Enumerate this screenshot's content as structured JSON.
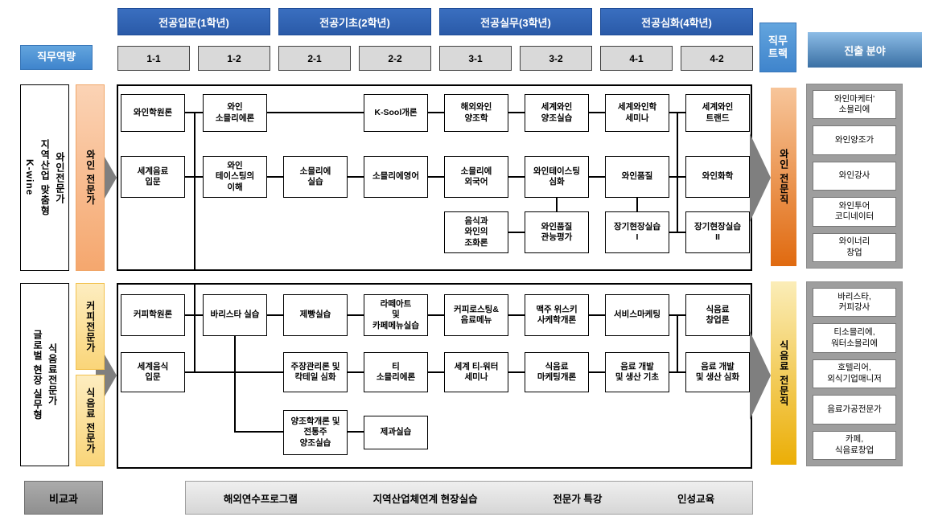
{
  "header": {
    "competency_label": "직무역량",
    "year_groups": [
      "전공입문(1학년)",
      "전공기초(2학년)",
      "전공실무(3학년)",
      "전공심화(4학년)"
    ],
    "semesters": [
      "1-1",
      "1-2",
      "2-1",
      "2-2",
      "3-1",
      "3-2",
      "4-1",
      "4-2"
    ],
    "track_label": "직무\n트랙",
    "field_label": "진출 분야"
  },
  "wine_section": {
    "side_label": "와인전문가\n지역산업 맞춤형\nK-wine",
    "competency": "와인 전문가",
    "track": "와인 전문직",
    "courses": {
      "r1c1": "와인학원론",
      "r1c2": "와인\n소믈리에론",
      "r1c4": "K-Sool개론",
      "r1c5": "해외와인\n양조학",
      "r1c6": "세계와인\n양조실습",
      "r1c7": "세계와인학\n세미나",
      "r1c8": "세계와인\n트랜드",
      "r2c1": "세계음료\n입문",
      "r2c2": "와인\n테이스팅의\n이해",
      "r2c3": "소믈리에\n실습",
      "r2c4": "소믈리에영어",
      "r2c5": "소믈리에\n외국어",
      "r2c6": "와인테이스팅\n심화",
      "r2c7": "와인품질",
      "r2c8": "와인화학",
      "r3c5": "음식과\n와인의\n조화론",
      "r3c6": "와인품질\n관능평가",
      "r3c7": "장기현장실습\nI",
      "r3c8": "장기현장실습\nII"
    },
    "careers": [
      "와인마케터'\n소믈리에",
      "와인양조가",
      "와인강사",
      "와인투어\n코디네이터",
      "와이너리\n창업"
    ]
  },
  "food_section": {
    "side_label": "식음료전문가\n글로벌 현장 실무형",
    "competency_coffee": "커피전문가",
    "competency_food": "식음료 전문가",
    "track": "식음료 전문직",
    "courses": {
      "r1c1": "커피학원론",
      "r1c2": "바리스타 실습",
      "r1c3": "제빵실습",
      "r1c4": "라떼아트\n및\n카페메뉴실습",
      "r1c5": "커피로스팅&\n음료메뉴",
      "r1c6": "맥주 위스키\n사케학개론",
      "r1c7": "서비스마케팅",
      "r1c8": "식음료\n창업론",
      "r2c1": "세계음식\n입문",
      "r2c3": "주장관리론 및\n칵테일 심화",
      "r2c4": "티\n소믈리에론",
      "r2c5": "세계 티-워터\n세미나",
      "r2c6": "식음료\n마케팅개론",
      "r2c7": "음료 개발\n및 생산 기초",
      "r2c8": "음료 개발\n및 생산 심화",
      "r3c3": "양조학개론 및\n전통주\n양조실습",
      "r3c4": "제과실습"
    },
    "careers": [
      "바리스타,\n커피강사",
      "티소믈리에,\n워터소믈리에",
      "호텔리어,\n외식기업매니저",
      "음료가공전문가",
      "카페,\n식음료창업"
    ]
  },
  "bottom": {
    "label": "비교과",
    "programs": [
      "해외연수프로그램",
      "지역산업체연계 현장실습",
      "전문가 특강",
      "인성교육"
    ]
  },
  "colors": {
    "header_blue": "#2b5dad",
    "badge_blue": "#4e95d9",
    "wine_track_orange": "#e06a10",
    "food_track_gold": "#ebae06",
    "panel_gray": "#9e9e9e",
    "semester_gray": "#d9d9d9"
  }
}
